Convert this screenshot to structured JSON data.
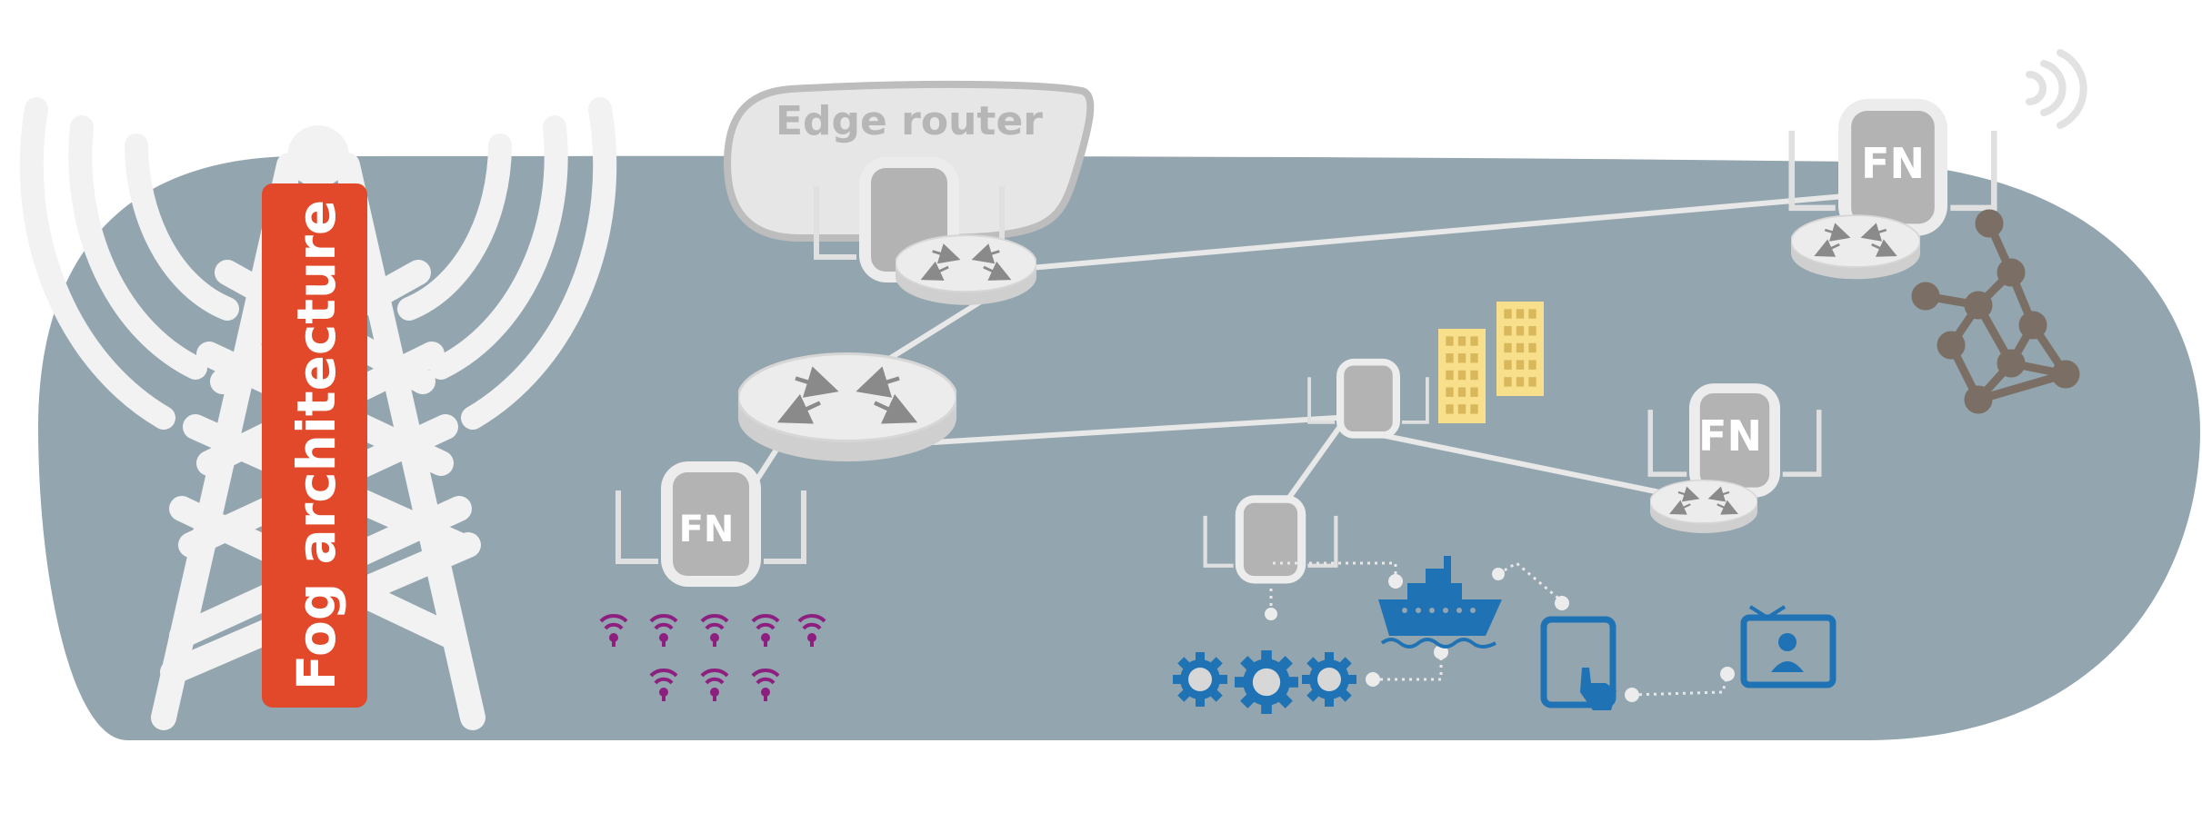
{
  "diagram": {
    "title": "Fog architecture",
    "edge_router_label": "Edge router",
    "fog_node_label": "FN",
    "colors": {
      "background": "#93a5af",
      "title_banner": "#e1492a",
      "tower": "#f2f2f2",
      "node_body": "#b5b5b5",
      "node_frame": "#e6e6e6",
      "link": "#e8e8e8",
      "building": "#f7df8c",
      "mesh": "#7b6f65",
      "sensor": "#8d1f7f",
      "device_blue": "#1f73b5"
    },
    "icons": [
      "radio-tower-icon",
      "router-icon",
      "fog-node-icon",
      "building-icon",
      "mesh-network-icon",
      "wifi-sensor-icon",
      "gear-icon",
      "ship-icon",
      "tablet-icon",
      "tv-icon",
      "wireless-signal-icon"
    ]
  }
}
